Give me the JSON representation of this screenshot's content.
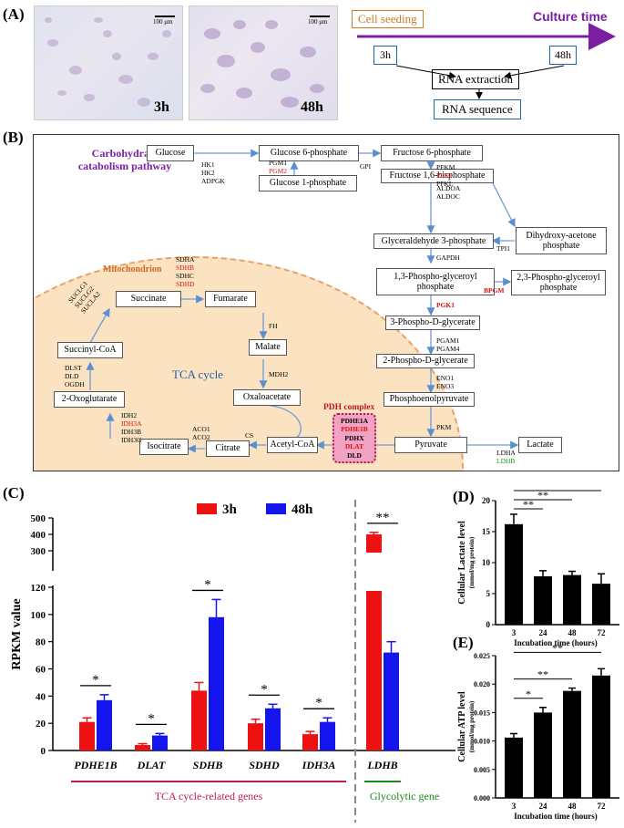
{
  "panels": {
    "A": "(A)",
    "B": "(B)",
    "C": "(C)",
    "D": "(D)",
    "E": "(E)"
  },
  "panel_a": {
    "images": [
      {
        "time_label": "3h",
        "scale_bar": "100 μm"
      },
      {
        "time_label": "48h",
        "scale_bar": "100 μm"
      }
    ],
    "flow": {
      "cell_seeding": "Cell seeding",
      "culture_time": "Culture time",
      "t1": "3h",
      "t2": "48h",
      "rna_extraction": "RNA extraction",
      "rna_sequence": "RNA sequence"
    }
  },
  "panel_b": {
    "title": "Carbohydrate catabolism pathway",
    "mito_label": "Mitochondrion",
    "tca_label": "TCA cycle",
    "pdh_label": "PDH complex",
    "metabolites": {
      "glucose": "Glucose",
      "g6p": "Glucose 6-phosphate",
      "f6p": "Fructose 6-phosphate",
      "g1p": "Glucose 1-phosphate",
      "f16bp": "Fructose 1,6-bisphosphate",
      "g3p": "Glyceraldehyde 3-phosphate",
      "dhap": "Dihydroxy-acetone phosphate",
      "bpg13": "1,3-Phospho-glyceroyl phosphate",
      "bpg23": "2,3-Phospho-glyceroyl phosphate",
      "pg3": "3-Phospho-D-glycerate",
      "pg2": "2-Phospho-D-glycerate",
      "pep": "Phosphoenolpyruvate",
      "pyruvate": "Pyruvate",
      "lactate": "Lactate",
      "acetylcoa": "Acetyl-CoA",
      "citrate": "Citrate",
      "isocitrate": "Isocitrate",
      "oxo": "2-Oxoglutarate",
      "succoa": "Succinyl-CoA",
      "succinate": "Succinate",
      "fumarate": "Fumarate",
      "malate": "Malate",
      "oaa": "Oxaloacetate"
    },
    "enzymes": {
      "hk": [
        "HK1",
        "HK2",
        "ADPGK"
      ],
      "pgm": [
        "PGM1",
        "PGM2"
      ],
      "gpi": [
        "GPI"
      ],
      "pfk": [
        "PFKM",
        "PFKP",
        "PFKL"
      ],
      "aldo": [
        "ALDOA",
        "ALDOC"
      ],
      "tpi": [
        "TPI1"
      ],
      "gapdh": [
        "GAPDH"
      ],
      "bpgm": [
        "BPGM"
      ],
      "pgk": [
        "PGK1"
      ],
      "pgam": [
        "PGAM1",
        "PGAM4"
      ],
      "eno": [
        "ENO1",
        "ENO3"
      ],
      "pkm": [
        "PKM"
      ],
      "ldh": [
        "LDHA",
        "LDHB"
      ],
      "pdh": [
        "PDHE1A",
        "PDHE1B",
        "PDHX",
        "DLAT",
        "DLD"
      ],
      "cs": [
        "CS"
      ],
      "aco": [
        "ACO1",
        "ACO2"
      ],
      "idh": [
        "IDH2",
        "IDH3A",
        "IDH3B",
        "IDH3G"
      ],
      "ogdh": [
        "DLST",
        "DLD",
        "OGDH"
      ],
      "sucl": [
        "SUCLG1",
        "SUCLG2",
        "SUCLA2"
      ],
      "sdh": [
        "SDHA",
        "SDHB",
        "SDHC",
        "SDHD"
      ],
      "fh": [
        "FH"
      ],
      "mdh": [
        "MDH2"
      ]
    }
  },
  "chart_data": [
    {
      "type": "bar",
      "ylabel": "RPKM value",
      "legend": [
        "3h",
        "48h"
      ],
      "categories": [
        "PDHE1B",
        "DLAT",
        "SDHB",
        "SDHD",
        "IDH3A",
        "LDHB"
      ],
      "series": [
        {
          "name": "3h",
          "values": [
            21,
            4,
            44,
            20,
            12,
            400
          ],
          "errors": [
            3,
            1,
            6,
            3,
            2,
            12
          ],
          "color": "#ee1111"
        },
        {
          "name": "48h",
          "values": [
            37,
            11,
            98,
            31,
            21,
            72
          ],
          "errors": [
            4,
            1.5,
            13,
            3,
            3,
            8
          ],
          "color": "#1414ee"
        }
      ],
      "significance": [
        "*",
        "*",
        "*",
        "*",
        "*",
        "**"
      ],
      "yticks": [
        0,
        20,
        40,
        60,
        80,
        100,
        120,
        300,
        400,
        500
      ],
      "axis_break": [
        120,
        300
      ],
      "groups": [
        {
          "label": "TCA cycle-related genes",
          "color": "#c2185b"
        },
        {
          "label": "Glycolytic gene",
          "color": "#1a8a1a"
        }
      ]
    },
    {
      "type": "bar",
      "ylabel": "Cellular Lactate level",
      "ylabel_unit": "(mmol/mg protein)",
      "xlabel": "Incubation time (hours)",
      "categories": [
        "3",
        "24",
        "48",
        "72"
      ],
      "values": [
        16.2,
        7.8,
        8.0,
        6.6
      ],
      "errors": [
        1.6,
        0.9,
        0.6,
        1.6
      ],
      "yticks": [
        0,
        5,
        10,
        15,
        20
      ],
      "ylim": [
        0,
        20
      ],
      "significance": [
        "**",
        "**",
        "**"
      ]
    },
    {
      "type": "bar",
      "ylabel": "Cellular ATP level",
      "ylabel_unit": "(mmol/mg protein)",
      "xlabel": "Incubation time (hours)",
      "categories": [
        "3",
        "24",
        "48",
        "72"
      ],
      "values": [
        0.0106,
        0.015,
        0.0188,
        0.0215
      ],
      "errors": [
        0.0007,
        0.0009,
        0.0005,
        0.0012
      ],
      "yticks": [
        "0.000",
        "0.005",
        "0.010",
        "0.015",
        "0.020",
        "0.025"
      ],
      "ylim": [
        0,
        0.025
      ],
      "significance": [
        "*",
        "**",
        "**"
      ]
    }
  ]
}
